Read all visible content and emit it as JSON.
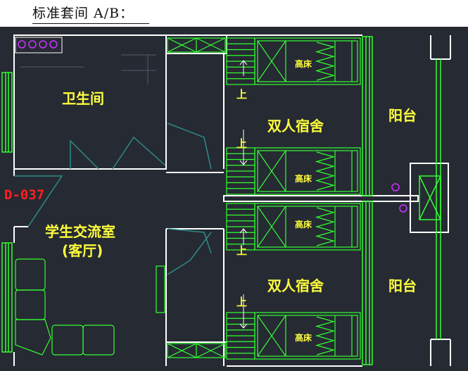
{
  "heading": "标准套间 A/B：",
  "rooms": {
    "bathroom": "卫生间",
    "student_lounge": "学生交流室",
    "living_room": "(客厅)",
    "double_room_top": "双人宿舍",
    "double_room_bottom": "双人宿舍",
    "balcony_top": "阳台",
    "balcony_bottom": "阳台"
  },
  "beds": [
    "高床",
    "高床",
    "高床",
    "高床"
  ],
  "stair_labels": [
    "上",
    "上",
    "上",
    "上"
  ],
  "room_tag": "D-037",
  "colors": {
    "background": "#262a33",
    "wall": "#ffffff",
    "furniture": "#33ff33",
    "label": "#ffff3c",
    "tag": "#ff2020",
    "fixture": "#cc33ff",
    "door": "#2e8b88"
  }
}
